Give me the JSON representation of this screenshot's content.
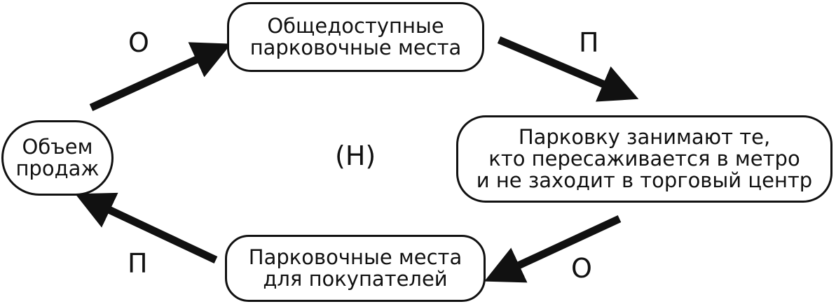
{
  "nodes": {
    "public_parking": [
      "Общедоступные",
      "парковочные места"
    ],
    "metro_users": [
      "Парковку занимают те,",
      "кто пересаживается в метро",
      "и не заходит в торговый центр"
    ],
    "customer_parking": [
      "Парковочные места",
      "для покупателей"
    ],
    "sales_volume": [
      "Объем",
      "продаж"
    ]
  },
  "labels": {
    "sales_to_public": "О",
    "public_to_metro": "П",
    "center": "(Н)",
    "customer_to_sales": "П",
    "metro_to_customer": "О"
  }
}
